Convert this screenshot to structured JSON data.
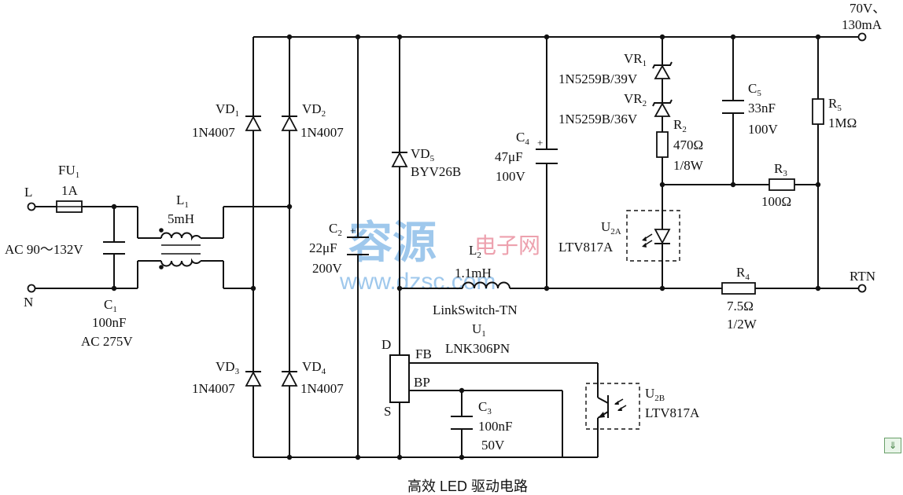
{
  "caption": "高效 LED 驱动电路",
  "watermark": {
    "cn_main": "容源",
    "cn_sub": "电子网",
    "url": "www.dzsc.com"
  },
  "terminals": {
    "L": "L",
    "N": "N",
    "out_v": "70V、",
    "out_i": "130mA",
    "rtn": "RTN"
  },
  "ac_input": {
    "label": "AC 90～132V"
  },
  "components": {
    "fu1": {
      "ref": "FU",
      "sub": "1",
      "val": "1A"
    },
    "c1": {
      "ref": "C",
      "sub": "1",
      "val": "100nF",
      "rating": "AC 275V"
    },
    "l1": {
      "ref": "L",
      "sub": "1",
      "val": "5mH"
    },
    "vd1": {
      "ref": "VD",
      "sub": "1",
      "part": "1N4007"
    },
    "vd2": {
      "ref": "VD",
      "sub": "2",
      "part": "1N4007"
    },
    "vd3": {
      "ref": "VD",
      "sub": "3",
      "part": "1N4007"
    },
    "vd4": {
      "ref": "VD",
      "sub": "4",
      "part": "1N4007"
    },
    "c2": {
      "ref": "C",
      "sub": "2",
      "val": "22μF",
      "rating": "200V"
    },
    "vd5": {
      "ref": "VD",
      "sub": "5",
      "part": "BYV26B"
    },
    "l2": {
      "ref": "L",
      "sub": "2",
      "val": "1.1mH"
    },
    "u1": {
      "family": "LinkSwitch-TN",
      "ref": "U",
      "sub": "1",
      "part": "LNK306PN",
      "pin_d": "D",
      "pin_s": "S",
      "pin_fb": "FB",
      "pin_bp": "BP"
    },
    "c3": {
      "ref": "C",
      "sub": "3",
      "val": "100nF",
      "rating": "50V"
    },
    "c4": {
      "ref": "C",
      "sub": "4",
      "val": "47μF",
      "rating": "100V"
    },
    "vr1": {
      "ref": "VR",
      "sub": "1",
      "part": "1N5259B/39V"
    },
    "vr2": {
      "ref": "VR",
      "sub": "2",
      "part": "1N5259B/36V"
    },
    "r2": {
      "ref": "R",
      "sub": "2",
      "val": "470Ω",
      "rating": "1/8W"
    },
    "c5": {
      "ref": "C",
      "sub": "5",
      "val": "33nF",
      "rating": "100V"
    },
    "r5": {
      "ref": "R",
      "sub": "5",
      "val": "1MΩ"
    },
    "r3": {
      "ref": "R",
      "sub": "3",
      "val": "100Ω"
    },
    "r4": {
      "ref": "R",
      "sub": "4",
      "val": "7.5Ω",
      "rating": "1/2W"
    },
    "u2a": {
      "ref": "U",
      "sub": "2A",
      "part": "LTV817A"
    },
    "u2b": {
      "ref": "U",
      "sub": "2B",
      "part": "LTV817A"
    }
  },
  "polarity": {
    "plus": "+"
  },
  "download_icon": "download-arrow-icon",
  "download_glyph": "⇓"
}
